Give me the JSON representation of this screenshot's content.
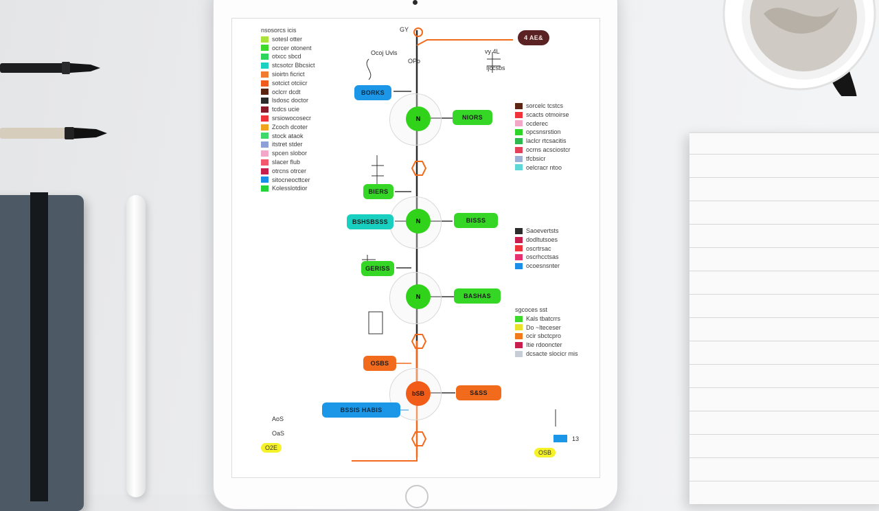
{
  "legend_top_left": {
    "title": "nsosorcs icis",
    "items": [
      {
        "label": "sotesl otter",
        "color": "#a8e23a"
      },
      {
        "label": "ocrcer otonent",
        "color": "#3fd92b"
      },
      {
        "label": "otxcc sbcd",
        "color": "#2fd45a"
      },
      {
        "label": "stcsotcr Bbcsict",
        "color": "#1cd0c2"
      },
      {
        "label": "sioirtn ficrict",
        "color": "#f07a2e"
      },
      {
        "label": "sotcict otciicr",
        "color": "#f05a1c"
      },
      {
        "label": "oclcrr dcdt",
        "color": "#5b2413"
      },
      {
        "label": "lsdosc doctor",
        "color": "#2b2b2b"
      },
      {
        "label": "tcdcs ucie",
        "color": "#8a1a2a"
      },
      {
        "label": "srsiowocosecr",
        "color": "#f0323a"
      },
      {
        "label": "Zcoch dcoter",
        "color": "#f0a31c"
      },
      {
        "label": "stock ataok",
        "color": "#3fd96b"
      },
      {
        "label": "itstret stder",
        "color": "#8fa0d8"
      },
      {
        "label": "spcen slobor",
        "color": "#f2a6c8"
      },
      {
        "label": "slacer flub",
        "color": "#f2576e"
      },
      {
        "label": "otrcns otrcer",
        "color": "#c81e4e"
      },
      {
        "label": "sitocneocttcer",
        "color": "#1a8ee8"
      },
      {
        "label": "Kolesslotdior",
        "color": "#22d33a"
      }
    ]
  },
  "legend_right_1": {
    "items": [
      {
        "label": "sorcelc tcstcs",
        "color": "#5b2413"
      },
      {
        "label": "scacts otmoirse",
        "color": "#f0323a"
      },
      {
        "label": "ocderec",
        "color": "#f2a6c8"
      },
      {
        "label": "opcsnsrstion",
        "color": "#2fd42a"
      },
      {
        "label": "laclcr rtcsacitis",
        "color": "#2fb84e"
      },
      {
        "label": "ocrns acsciostcr",
        "color": "#e4405a"
      },
      {
        "label": "tfcbsicr",
        "color": "#9ab0d6"
      },
      {
        "label": "oelcracr ntoo",
        "color": "#5fd7d7"
      }
    ]
  },
  "legend_right_2": {
    "items": [
      {
        "label": "Saoevertsts",
        "color": "#2b2b2b"
      },
      {
        "label": "dodltutsoes",
        "color": "#c81e4e"
      },
      {
        "label": "oscrtrsac",
        "color": "#f0323a"
      },
      {
        "label": "oscrhcctsas",
        "color": "#e6326e"
      },
      {
        "label": "ocoesnsnter",
        "color": "#1a8ee8"
      }
    ]
  },
  "legend_right_3": {
    "title": "sgcoces sst",
    "items": [
      {
        "label": "Kals tbatcrrs",
        "color": "#3fd92b"
      },
      {
        "label": "Do ~lteceser",
        "color": "#e8e22a"
      },
      {
        "label": "ocir sbctcpro",
        "color": "#f07a1c"
      },
      {
        "label": "Itie rdooncter",
        "color": "#c81e4e"
      },
      {
        "label": "dcsacte slocicr mis",
        "color": "#c8ccd6"
      }
    ]
  },
  "diagram": {
    "top_label": "GY",
    "top_right_pill": "4 AE&",
    "label_left_top": "Ocoj Uvls",
    "label_left_top_2": "OPo",
    "label_right_top": "vy 4L",
    "label_right_top_2": "Ijccsbs",
    "pill_1_left": "BORKS",
    "node_1": "N",
    "pill_1_right": "NIORS",
    "pill_2_left": "BIERS",
    "pill_3_left": "BSHSBSSS",
    "node_2": "N",
    "pill_3_right": "BISSS",
    "pill_4_left": "GERISS",
    "node_3": "N",
    "pill_4_right": "BASHAS",
    "pill_5_left": "OSBS",
    "node_4": "bSB",
    "pill_5_right": "S&SS",
    "pill_6_left": "BSSIS HABIS",
    "bottom_labels": [
      "AoS",
      "OaS"
    ],
    "bottom_tag": "O2E",
    "right_bottom_tag": "OSB",
    "right_bottom_num": "13"
  }
}
